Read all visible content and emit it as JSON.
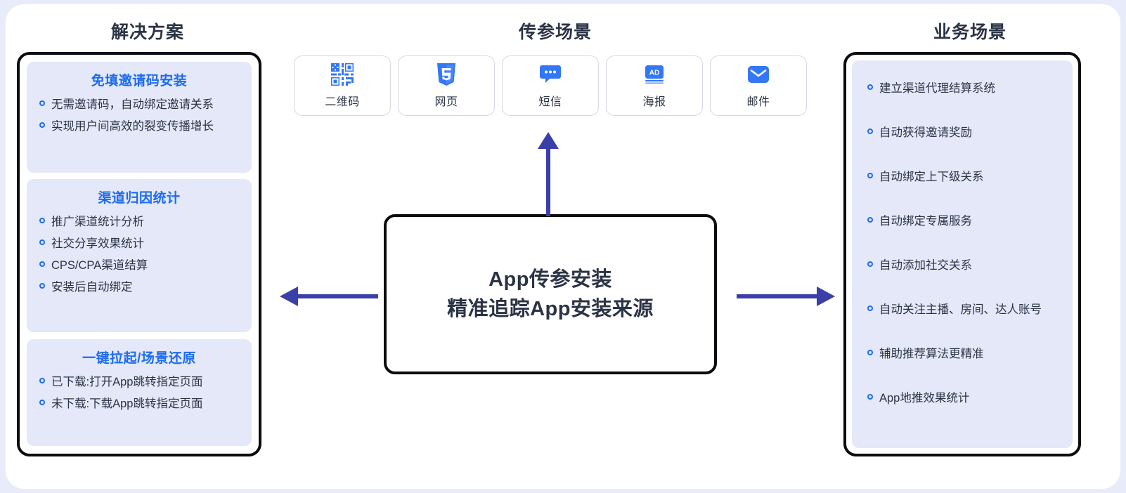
{
  "colors": {
    "page_bg": "#e8ebfa",
    "card_bg": "#ffffff",
    "block_bg": "#e4e8f8",
    "accent_blue": "#1d6bf0",
    "arrow_indigo": "#3b3fa8",
    "text_dark": "#2b3445",
    "outline": "#0c0c10"
  },
  "columns": {
    "left_title": "解决方案",
    "middle_title": "传参场景",
    "right_title": "业务场景"
  },
  "solution_blocks": [
    {
      "title": "免填邀请码安装",
      "items": [
        "无需邀请码，自动绑定邀请关系",
        "实现用户间高效的裂变传播增长"
      ]
    },
    {
      "title": "渠道归因统计",
      "items": [
        "推广渠道统计分析",
        "社交分享效果统计",
        "CPS/CPA渠道结算",
        "安装后自动绑定"
      ]
    },
    {
      "title": "一键拉起/场景还原",
      "items": [
        "已下载:打开App跳转指定页面",
        "未下载:下载App跳转指定页面"
      ]
    }
  ],
  "scenario_cards": [
    {
      "icon": "qrcode-icon",
      "label": "二维码"
    },
    {
      "icon": "html5-icon",
      "label": "网页"
    },
    {
      "icon": "sms-bubble-icon",
      "label": "短信"
    },
    {
      "icon": "ad-poster-icon",
      "label": "海报"
    },
    {
      "icon": "envelope-icon",
      "label": "邮件"
    }
  ],
  "center_node": {
    "line1": "App传参安装",
    "line2": "精准追踪App安装来源"
  },
  "business_items": [
    "建立渠道代理结算系统",
    "自动获得邀请奖励",
    "自动绑定上下级关系",
    "自动绑定专属服务",
    "自动添加社交关系",
    "自动关注主播、房间、达人账号",
    "辅助推荐算法更精准",
    "App地推效果统计"
  ],
  "arrows": [
    {
      "name": "arrow-up-to-scenarios",
      "direction": "up"
    },
    {
      "name": "arrow-left-to-solutions",
      "direction": "left"
    },
    {
      "name": "arrow-right-to-business",
      "direction": "right"
    }
  ]
}
